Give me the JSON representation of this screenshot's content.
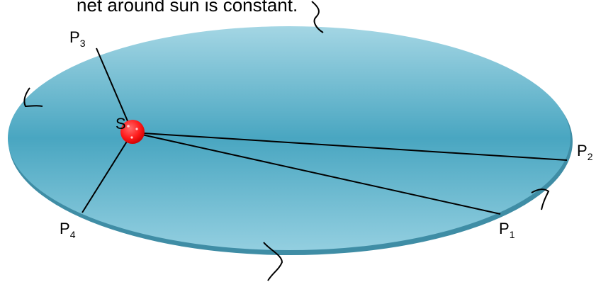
{
  "caption": "net around sun is constant.",
  "sun_label": "S",
  "points": [
    {
      "id": "p1",
      "letter": "P",
      "sub": "1"
    },
    {
      "id": "p2",
      "letter": "P",
      "sub": "2"
    },
    {
      "id": "p3",
      "letter": "P",
      "sub": "3"
    },
    {
      "id": "p4",
      "letter": "P",
      "sub": "4"
    }
  ],
  "colors": {
    "orbit_light": "#8fcbdc",
    "orbit_mid": "#49a6c1",
    "orbit_edge": "#3a8aa3",
    "sun": "#ff1a1a",
    "line": "#000000"
  }
}
